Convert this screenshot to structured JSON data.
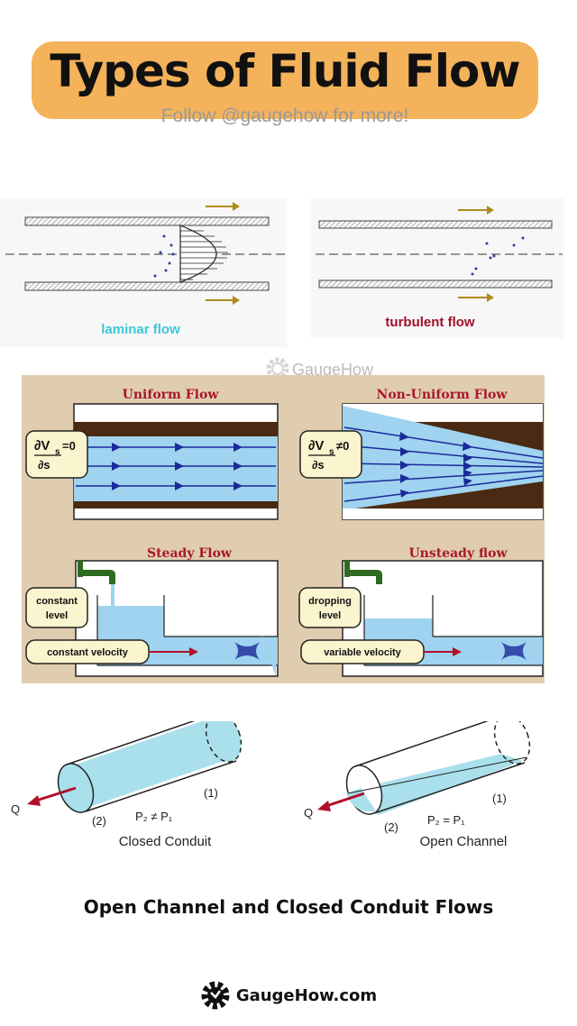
{
  "header": {
    "title": "Types of Fluid Flow",
    "follow": "Follow @gaugehow for more!"
  },
  "laminar": {
    "label": "laminar flow",
    "color": "#3cc7d6"
  },
  "turbulent": {
    "label": "turbulent flow",
    "color": "#a0102a"
  },
  "watermark": "GaugeHow",
  "panels": {
    "uniform": {
      "title": "Uniform Flow"
    },
    "uniform_formula": {
      "numerator": "∂V",
      "sub": "s",
      "rel": "=0",
      "denominator": "∂s"
    },
    "nonuniform": {
      "title": "Non-Uniform Flow"
    },
    "nonuniform_formula": {
      "numerator": "∂V",
      "sub": "s",
      "rel": "≠0",
      "denominator": "∂s"
    },
    "steady": {
      "title": "Steady Flow",
      "level_line1": "constant",
      "level_line2": "level",
      "velocity": "constant velocity"
    },
    "unsteady": {
      "title": "Unsteady flow",
      "level_line1": "dropping",
      "level_line2": "level",
      "velocity": "variable velocity"
    }
  },
  "conduits": {
    "closed": {
      "q": "Q",
      "end1": "(1)",
      "end2": "(2)",
      "pressure": "P₂ ≠ P₁",
      "label": "Closed Conduit"
    },
    "open": {
      "q": "Q",
      "end1": "(1)",
      "end2": "(2)",
      "pressure": "P₂ = P₁",
      "label": "Open Channel"
    }
  },
  "bottom_caption": "Open Channel and Closed Conduit Flows",
  "footer": {
    "text": "GaugeHow.com"
  },
  "colors": {
    "title_bg": "#f4b25a",
    "panel_bg": "#e0cdb0",
    "panel_title": "#a8182a",
    "water": "#9fd3ef",
    "wall": "#4a2a12",
    "streamline": "#1b2a9a",
    "arrow_gold": "#b08a1e",
    "tube_fill": "#a9e0ec"
  }
}
